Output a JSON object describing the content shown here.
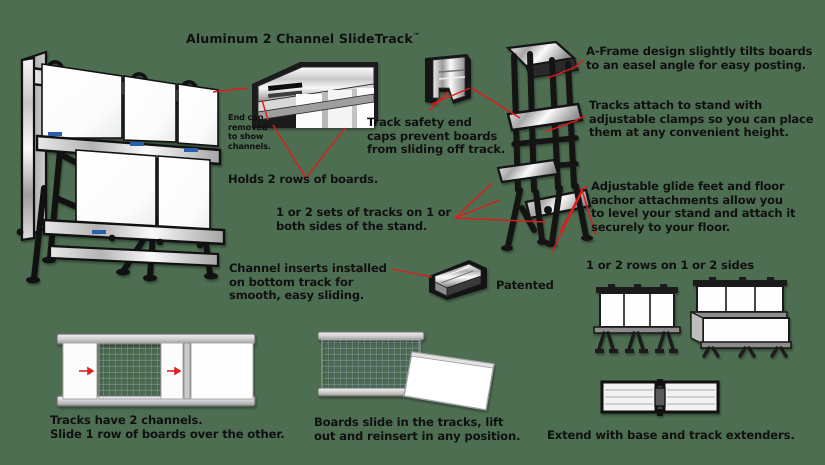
{
  "page": {
    "title": "Aluminum 2 Channel SlideTrack",
    "title_trademark": "™",
    "background_color": "#4e6e52",
    "leader_color": "#e11b1b",
    "text_color": "#101010"
  },
  "callouts": {
    "end_cap": "End cap\nremoved\nto show\nchannels.",
    "holds_two_rows": "Holds 2 rows of boards.",
    "safety_caps": "Track safety end\ncaps prevent boards\nfrom sliding off track.",
    "track_sets": "1 or 2 sets of tracks on 1 or\nboth sides of the stand.",
    "a_frame": "A-Frame design slightly tilts boards\nto an easel angle for easy posting.",
    "clamps": "Tracks attach to stand with\nadjustable clamps so you can place\nthem at any convenient height.",
    "glide_feet": "Adjustable glide feet and floor\nanchor attachments allow you\nto level your stand and attach it\nsecurely to your floor.",
    "channel_inserts": "Channel inserts installed\non bottom track for\nsmooth, easy sliding.",
    "patented": "Patented",
    "rows_sides": "1 or 2 rows on 1 or 2 sides"
  },
  "captions": {
    "tracks_channels": "Tracks have 2 channels.\nSlide 1 row of boards over the other.",
    "boards_slide": "Boards slide in the tracks, lift\nout and reinsert in any position.",
    "extenders": "Extend with base and track extenders."
  },
  "figures": {
    "main_stand": "two-row-whiteboard-a-frame-stand-photo",
    "track_cutaway": "track-end-cap-removed-cutaway-photo",
    "end_cap": "track-safety-end-cap-photo",
    "frame_skeleton": "a-frame-stand-with-tracks-photo",
    "channel_insert": "patented-channel-insert-extrusion-photo",
    "slide_demo": "track-with-two-sliding-boards-diagram",
    "board_lift_demo": "board-lift-out-and-reinsert-diagram",
    "stand_one_row": "stand-with-one-row-of-boards-diagram",
    "stand_two_rows": "stand-with-two-rows-of-boards-diagram",
    "base_extender": "base-and-track-extender-diagram"
  }
}
